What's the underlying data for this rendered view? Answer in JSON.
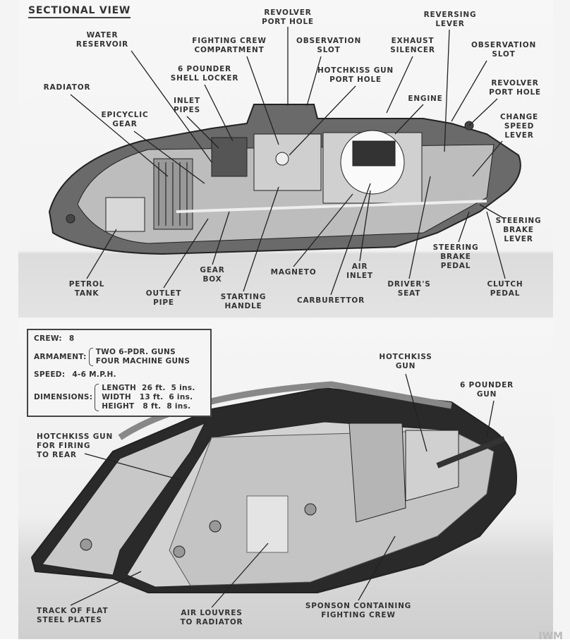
{
  "title": "SECTIONAL VIEW",
  "sectional_labels": {
    "revolver_port_hole_top": "REVOLVER\nPORT HOLE",
    "water_reservoir": "WATER\nRESERVOIR",
    "fighting_crew_compartment": "FIGHTING CREW\nCOMPARTMENT",
    "observation_slot_left": "OBSERVATION\nSLOT",
    "exhaust_silencer": "EXHAUST\nSILENCER",
    "reversing_lever": "REVERSING\nLEVER",
    "observation_slot_right": "OBSERVATION\nSLOT",
    "shell_locker": "6 POUNDER\nSHELL LOCKER",
    "hotchkiss_port_hole": "HOTCHKISS GUN\nPORT HOLE",
    "radiator": "RADIATOR",
    "revolver_port_hole_right": "REVOLVER\nPORT HOLE",
    "inlet_pipes": "INLET\nPIPES",
    "engine": "ENGINE",
    "epicyclic_gear": "EPICYCLIC\nGEAR",
    "change_speed_lever": "CHANGE\nSPEED\nLEVER",
    "steering_brake_lever": "STEERING\nBRAKE\nLEVER",
    "steering_brake_pedal": "STEERING\nBRAKE\nPEDAL",
    "gear_box": "GEAR\nBOX",
    "magneto": "MAGNETO",
    "air_inlet": "AIR\nINLET",
    "petrol_tank": "PETROL\nTANK",
    "drivers_seat": "DRIVER'S\nSEAT",
    "clutch_pedal": "CLUTCH\nPEDAL",
    "outlet_pipe": "OUTLET\nPIPE",
    "starting_handle": "STARTING\nHANDLE",
    "carburettor": "CARBURETTOR"
  },
  "specs": {
    "crew_label": "CREW:",
    "crew_value": "8",
    "armament_label": "ARMAMENT:",
    "armament": [
      "TWO 6-PDR. GUNS",
      "FOUR MACHINE GUNS"
    ],
    "speed_label": "SPEED:",
    "speed_value": "4-6 M.P.H.",
    "dimensions_label": "DIMENSIONS:",
    "dimensions": [
      "LENGTH  26 ft.  5 ins.",
      "WIDTH   13 ft.  6 ins.",
      "HEIGHT   8 ft.  8 ins."
    ]
  },
  "exterior_labels": {
    "hotchkiss_gun": "HOTCHKISS\nGUN",
    "six_pounder_gun": "6 POUNDER\nGUN",
    "hotchkiss_rear": "HOTCHKISS GUN\nFOR FIRING\nTO REAR",
    "track": "TRACK OF FLAT\nSTEEL PLATES",
    "air_louvres": "AIR LOUVRES\nTO RADIATOR",
    "sponson": "SPONSON CONTAINING\nFIGHTING CREW"
  },
  "watermark": "IWM"
}
